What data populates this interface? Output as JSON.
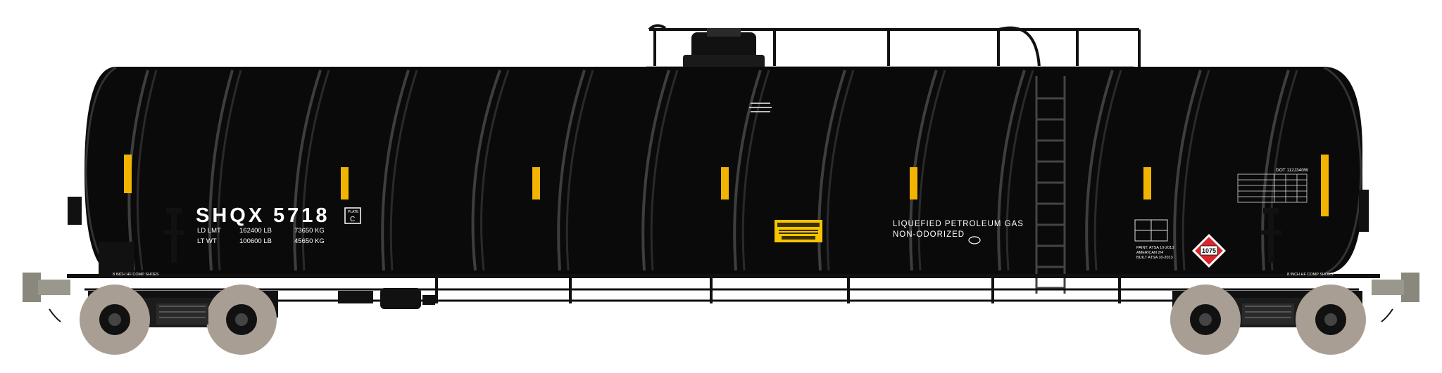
{
  "car": {
    "reporting_mark": "SHQX",
    "number": "5718",
    "plate_label": "PLATE",
    "plate_value": "C",
    "ld_lmt_label": "LD LMT",
    "ld_lmt_lb": "162400 LB",
    "ld_lmt_kg": "73650 KG",
    "lt_wt_label": "LT WT",
    "lt_wt_lb": "100600 LB",
    "lt_wt_kg": "45650 KG",
    "commodity_line1": "LIQUEFIED PETROLEUM GAS",
    "commodity_line2": "NON-ODORIZED",
    "dot_spec": "DOT 112J340W",
    "hazmat_number": "1075",
    "brake_note_left": "8 INCH HF COMP SHOES",
    "brake_note_right": "8 INCH HF COMP SHOES",
    "dates": [
      "PAINT: ATSA 10-2013",
      "AMERICAN 2/4",
      "BUILT ATSA 10-2013"
    ]
  },
  "colors": {
    "tank_body": "#0a0a0a",
    "stencil": "#ffffff",
    "yellow_marker": "#f2b400",
    "warning_plate": "#f7c400",
    "placard_red": "#d8262c",
    "wheel": "#a89e94",
    "coupler": "#8a877c"
  }
}
